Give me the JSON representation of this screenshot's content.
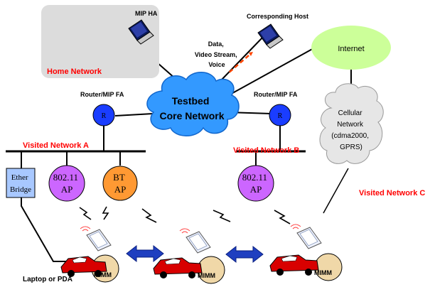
{
  "title": "",
  "colors": {
    "home_box": "#dcdcdc",
    "core_cloud": "#3399ff",
    "internet_ellipse": "#ccff99",
    "cellular_cloud": "#e6e6e6",
    "router": "#1a3dff",
    "ap_80211": "#cc66ff",
    "bt_ap": "#ff9933",
    "ether_bridge": "#a8c8ff",
    "red_label": "#ff0000",
    "arrow_blue": "#1f3fc0",
    "dashed_arrow": "#ff4400",
    "mimm_disc": "#f0d8a8",
    "car": "#d80000"
  },
  "labels": {
    "home_network": "Home Network",
    "mip_ha": "MIP HA",
    "corresponding_host": "Corresponding Host",
    "data_stream": [
      "Data,",
      "Video Stream,",
      "Voice"
    ],
    "core_network": [
      "Testbed",
      "Core Network"
    ],
    "internet": "Internet",
    "router_left": "Router/MIP FA",
    "router_right": "Router/MIP FA",
    "router_glyph": "R",
    "cellular_network": [
      "Cellular",
      "Network",
      "(cdma2000,",
      "GPRS)"
    ],
    "visited_a": "Visited Network A",
    "visited_b": "Visited Network B",
    "visited_c": "Visited Network C",
    "ether_bridge": [
      "Ether",
      "Bridge"
    ],
    "ap_80211_left": [
      "802.11",
      "AP"
    ],
    "bt_ap": [
      "BT",
      "AP"
    ],
    "ap_80211_right": [
      "802.11",
      "AP"
    ],
    "laptop_or_pda": "Laptop or PDA",
    "mimm": "MIMM"
  }
}
